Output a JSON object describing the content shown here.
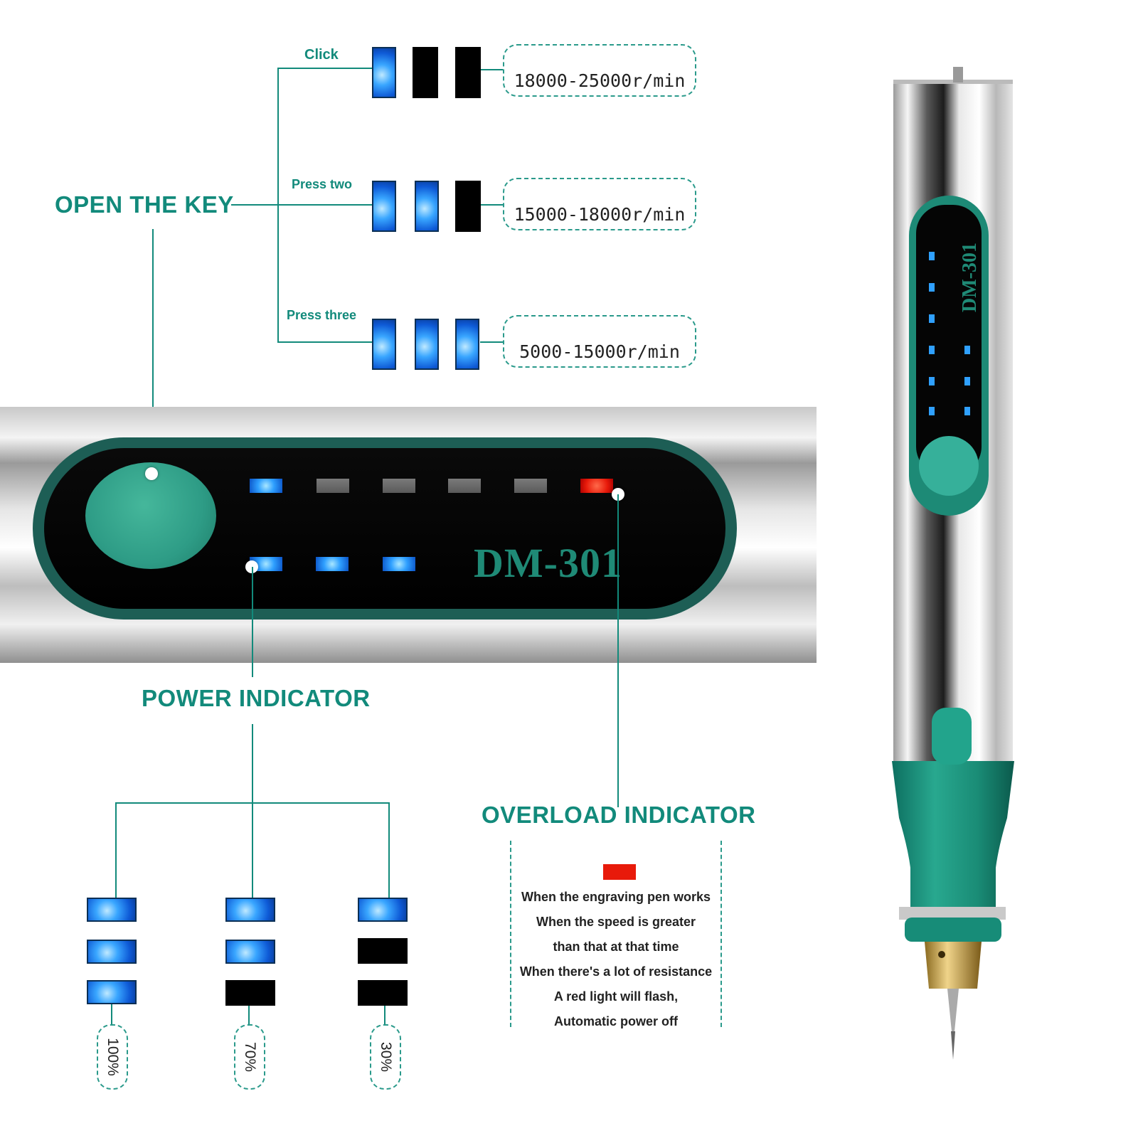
{
  "labels": {
    "open_key": "OPEN THE KEY",
    "power_indicator": "POWER INDICATOR",
    "overload_indicator": "OVERLOAD INDICATOR",
    "model": "DM-301"
  },
  "modes": [
    {
      "label": "Click",
      "speed": "18000-25000r/min",
      "lit": 1
    },
    {
      "label": "Press two",
      "speed": "15000-18000r/min",
      "lit": 2
    },
    {
      "label": "Press three",
      "speed": "5000-15000r/min",
      "lit": 3
    }
  ],
  "power_levels": [
    {
      "percent": "100%",
      "lit": 3
    },
    {
      "percent": "70%",
      "lit": 2
    },
    {
      "percent": "30%",
      "lit": 1
    }
  ],
  "overload_lines": [
    "When the engraving pen works",
    "When the speed is greater",
    "than that at that time",
    "When there's a lot of resistance",
    "A red light will flash,",
    "Automatic power off"
  ],
  "colors": {
    "accent": "#128a7b",
    "led_blue": "#2fa0ff",
    "led_red": "#e81a0a",
    "button": "#2e9c86"
  }
}
